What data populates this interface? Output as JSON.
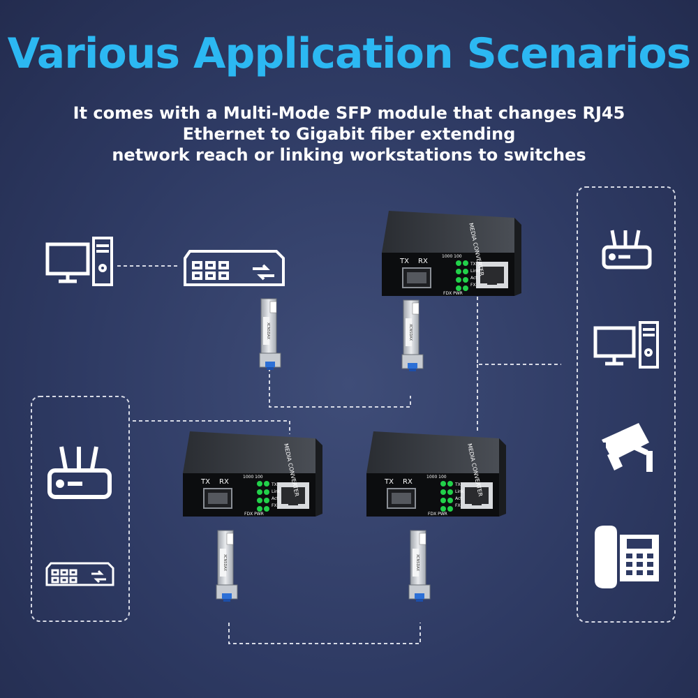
{
  "title": "Various Application Scenarios",
  "subtitle_lines": [
    "It comes with a Multi-Mode SFP module that changes RJ45",
    "Ethernet to Gigabit fiber extending",
    "network reach or  linking workstations to switches"
  ],
  "converter": {
    "label_tx": "TX",
    "label_rx": "RX",
    "label_speed": "1000 100",
    "led_labels": [
      "TX",
      "Link",
      "Act",
      "FX"
    ],
    "label_bottom": "FDX PWR",
    "brand_side": "MEDIA CONVERTER"
  },
  "sfp_brand": "XCNSDAX",
  "colors": {
    "title": "#2cb8f2",
    "led": "#22d14a",
    "line": "#d8dbe6",
    "icon": "#ffffff"
  },
  "icons": [
    "monitor-icon",
    "pc-tower-icon",
    "switch-icon",
    "router-icon",
    "cctv-camera-icon",
    "office-phone-icon"
  ]
}
